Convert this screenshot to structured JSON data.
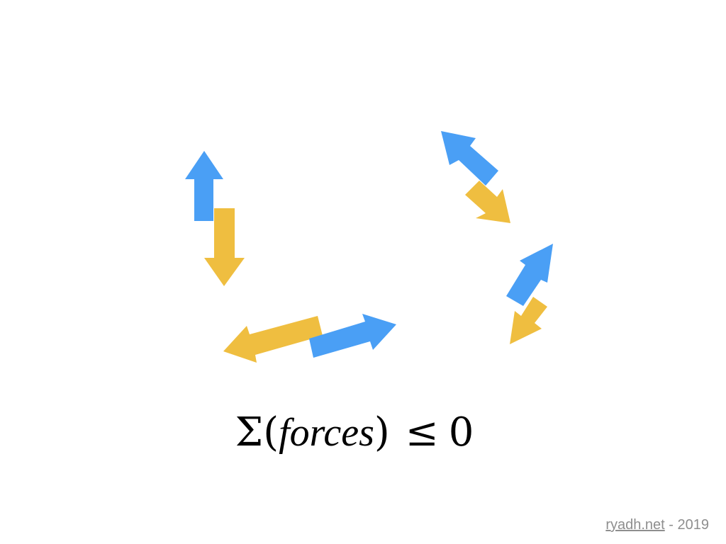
{
  "colors": {
    "blue": "#4a9ff5",
    "yellow": "#efbe40",
    "text": "#000000",
    "credit": "#8e8e8e"
  },
  "formula": {
    "sigma": "Σ",
    "open_paren": "(",
    "variable": "forces",
    "close_paren": ")",
    "relation": "≤",
    "value": "0"
  },
  "credit": {
    "site": "ryadh.net",
    "separator": " - ",
    "year": "2019"
  },
  "arrows": [
    {
      "id": "pair-1-blue",
      "color": "blue",
      "direction": "up"
    },
    {
      "id": "pair-1-yellow",
      "color": "yellow",
      "direction": "down"
    },
    {
      "id": "pair-2-yellow",
      "color": "yellow",
      "direction": "left"
    },
    {
      "id": "pair-2-blue",
      "color": "blue",
      "direction": "right"
    },
    {
      "id": "pair-3-blue",
      "color": "blue",
      "direction": "up-left"
    },
    {
      "id": "pair-3-yellow",
      "color": "yellow",
      "direction": "down-right"
    },
    {
      "id": "pair-4-blue",
      "color": "blue",
      "direction": "up-right"
    },
    {
      "id": "pair-4-yellow",
      "color": "yellow",
      "direction": "down-left"
    }
  ]
}
